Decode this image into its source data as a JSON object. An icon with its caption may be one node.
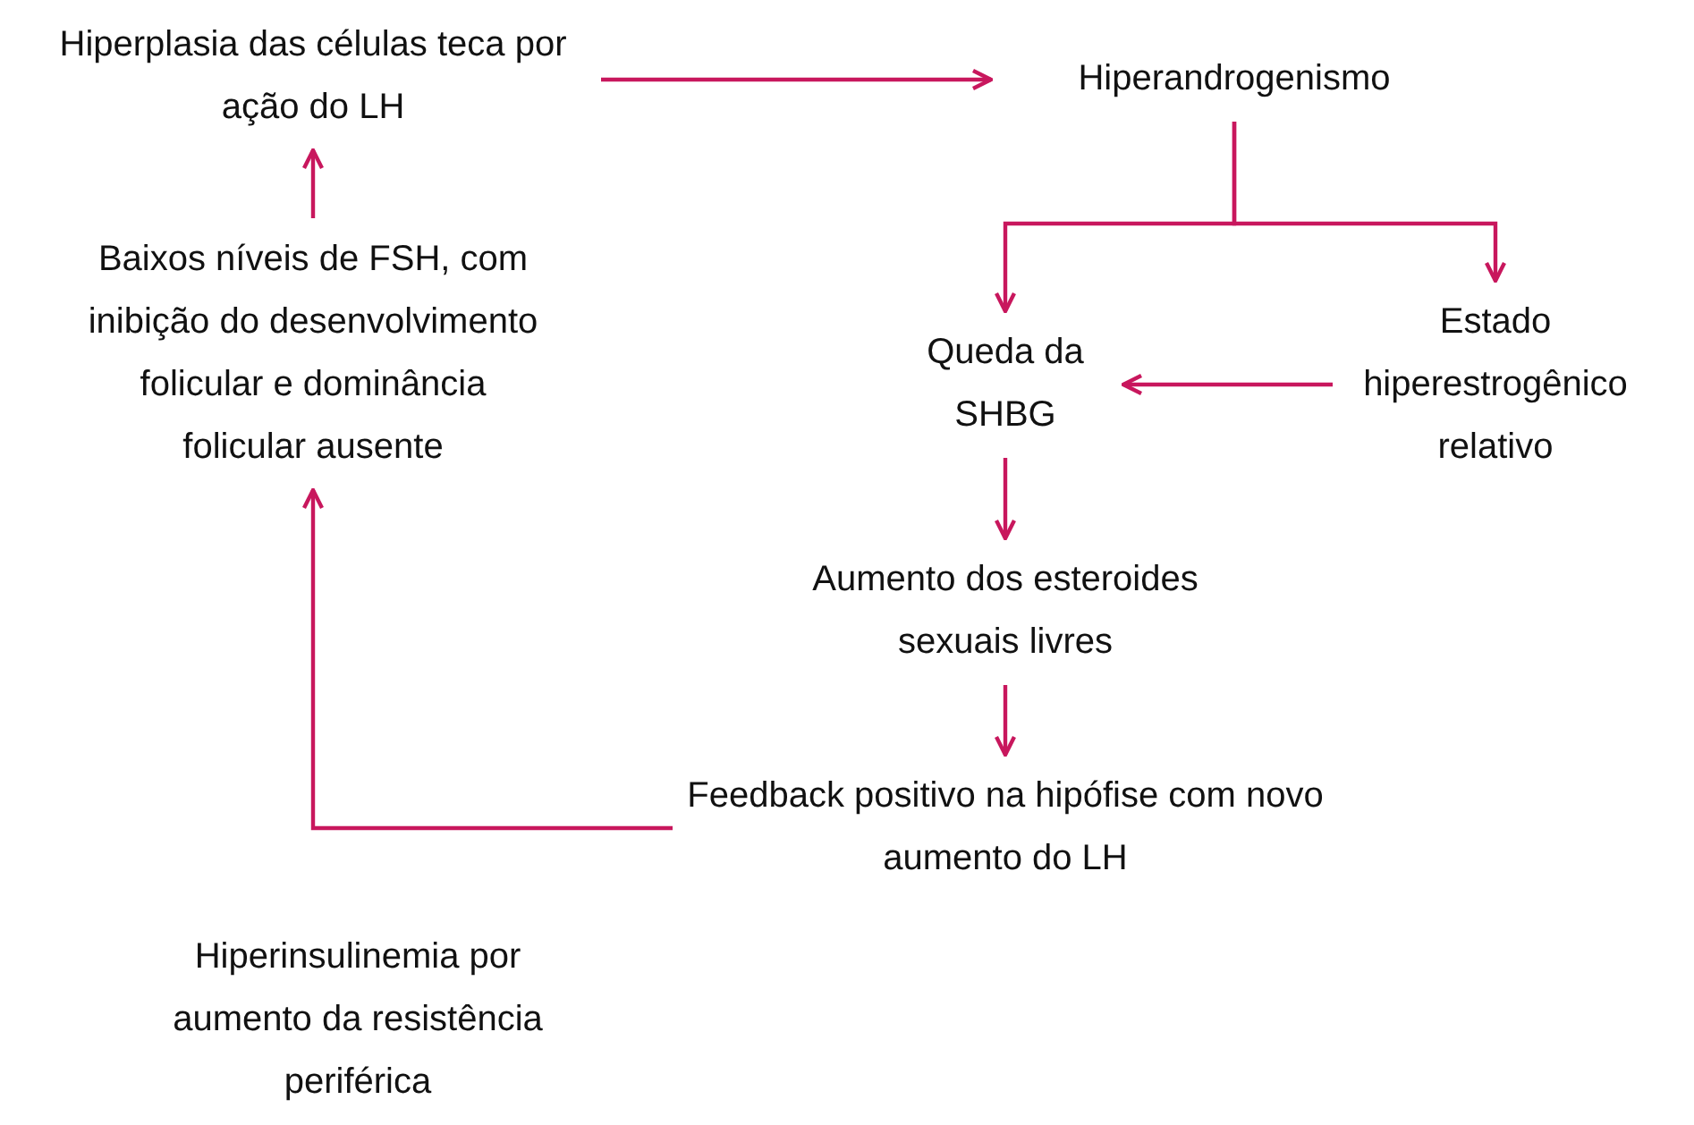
{
  "diagram": {
    "nodes": [
      {
        "text": [
          "Hiperplasia das células teca por ação do LH"
        ]
      },
      {
        "text": [
          "Hiperandrogenismo"
        ]
      },
      {
        "text": [
          "Baixos níveis de FSH, com inibição do desenvolvimento folicular e dominância folicular ausente"
        ]
      },
      {
        "text": [
          "Queda da SHBG"
        ]
      },
      {
        "text": [
          "Estado hiperestrogênico relativo"
        ]
      },
      {
        "text": [
          "Aumento dos esteroides sexuais livres"
        ]
      },
      {
        "text": [
          "Feedback positivo na hipófise com novo aumento do LH"
        ]
      },
      {
        "text": [
          "Hiperinsulinemia por aumento da resistência periférica"
        ]
      }
    ],
    "edges": [
      {
        "from": 0,
        "to": 1,
        "arrow": "to"
      },
      {
        "from": 1,
        "to": 3,
        "arrow": "to"
      },
      {
        "from": 1,
        "to": 4,
        "arrow": "to"
      },
      {
        "from": 4,
        "to": 3,
        "arrow": "to"
      },
      {
        "from": 3,
        "to": 5,
        "arrow": "to"
      },
      {
        "from": 5,
        "to": 6,
        "arrow": "to"
      },
      {
        "from": 6,
        "to": 2,
        "arrow": "to"
      },
      {
        "from": 2,
        "to": 0,
        "arrow": "to"
      }
    ]
  }
}
